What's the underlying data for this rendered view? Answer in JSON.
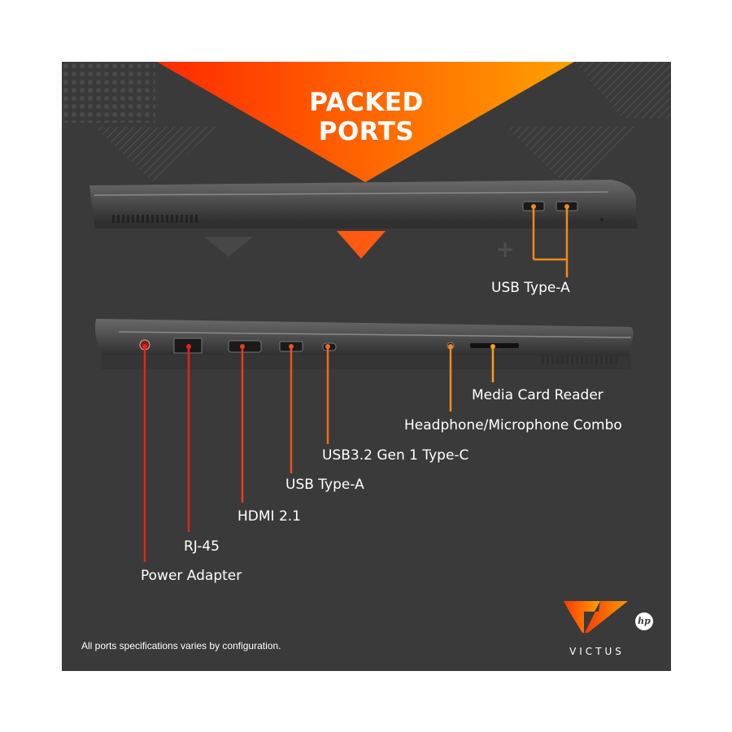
{
  "headline": {
    "line1": "PACKED",
    "line2": "PORTS"
  },
  "top_view": {
    "ports": [
      {
        "label": "USB Type-A"
      }
    ]
  },
  "side_view": {
    "ports": [
      {
        "label": "Media Card Reader"
      },
      {
        "label": "Headphone/Microphone Combo"
      },
      {
        "label": "USB3.2 Gen 1 Type-C"
      },
      {
        "label": "USB Type-A"
      },
      {
        "label": "HDMI 2.1"
      },
      {
        "label": "RJ-45"
      },
      {
        "label": "Power Adapter"
      }
    ]
  },
  "footnote": "All ports specifications varies by configuration.",
  "brand": {
    "name": "VICTUS",
    "logo_text": "hp"
  },
  "colors": {
    "background": "#3a3a3a",
    "gradient_start": "#ff2a00",
    "gradient_end": "#ffa000",
    "line_red": "#e8221a",
    "line_orange": "#f08a1c",
    "label_text": "#ffffff"
  }
}
